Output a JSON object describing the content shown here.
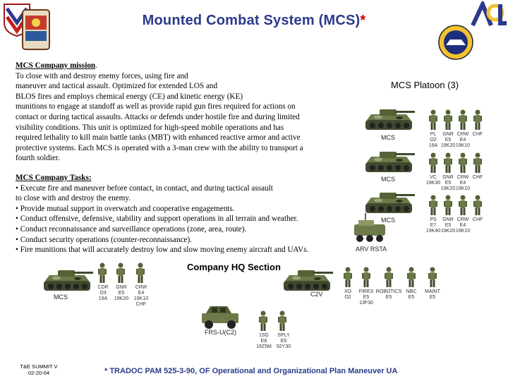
{
  "title": {
    "text": "Mounted Combat System (MCS)",
    "asterisk": "*"
  },
  "mission": {
    "heading": "MCS Company mission",
    "lines": [
      "To close with and destroy enemy forces, using fire and",
      "maneuver and tactical assault. Optimized for extended LOS and",
      "BLOS fires and employs chemical energy (CE) and kinetic energy (KE)",
      "munitions to engage at standoff as well as provide rapid gun fires required for actions on",
      "contact or during tactical assaults. Attacks or defends under hostile fire and during limited",
      "visibility conditions. This unit is optimized for high-speed mobile operations and has",
      "required lethality to kill main battle tanks (MBT) with enhanced reactive armor and active",
      "protective systems. Each MCS is operated with a 3-man crew with the ability to transport a",
      "fourth soldier."
    ]
  },
  "tasks": {
    "heading": "MCS Company Tasks:",
    "lines": [
      "• Execute fire and maneuver before contact, in contact, and during tactical assault",
      "to close with and destroy the enemy.",
      "• Provide mutual support in overwatch and cooperative engagements.",
      "• Conduct offensive, defensive, stability and support operations in all terrain and weather.",
      "• Conduct reconnaissance and surveillance operations (zone, area, route).",
      "• Conduct security operations (counter-reconnaissance).",
      "• Fire munitions that will accurately destroy low and slow moving enemy aircraft and UAVs."
    ]
  },
  "platoon": {
    "title": "MCS Platoon",
    "count": "(3)",
    "rows": [
      {
        "vehicle": "MCS",
        "crew": [
          "PL",
          "GNR",
          "CRW",
          "CHF"
        ],
        "sub1": [
          "O2",
          "E5",
          "E4",
          ""
        ],
        "sub2": [
          "19A",
          "19K20",
          "19K10",
          ""
        ]
      },
      {
        "vehicle": "MCS",
        "crew": [
          "VC",
          "GNR",
          "CRW",
          "CHF"
        ],
        "sub1": [
          "",
          "E5",
          "E4",
          ""
        ],
        "sub2": [
          "19K30",
          "19K20",
          "19K10",
          ""
        ]
      },
      {
        "vehicle": "MCS",
        "crew": [
          "PS",
          "GNR",
          "CRW",
          "CHF"
        ],
        "sub1": [
          "E7",
          "E5",
          "E4",
          ""
        ],
        "sub2": [
          "19K40",
          "19K20",
          "19K10",
          ""
        ]
      }
    ],
    "arv_label": "ARV RSTA"
  },
  "hq": {
    "title": "Company HQ Section",
    "mcs": {
      "label": "MCS",
      "crew": [
        "CDR",
        "GNR",
        "CRW",
        "CHF"
      ],
      "sub1": [
        "O3",
        "E5",
        "E4",
        ""
      ],
      "sub2": [
        "19A",
        "19K20",
        "19K10",
        ""
      ]
    },
    "c2v": {
      "label": "C2V",
      "crew": [
        "XO",
        "FIRES",
        "ROBOTICS",
        "NBC",
        "MAINT"
      ],
      "sub1": [
        "O2",
        "E5",
        "E5",
        "E5",
        "E5"
      ],
      "sub2": [
        "",
        "13F30",
        "",
        "",
        ""
      ]
    },
    "fsv": {
      "label": "FRS-U(C2)",
      "crew": [
        "1SG",
        "SPLY"
      ],
      "sub1": [
        "E8",
        "E5"
      ],
      "sub2": [
        "19Z5M",
        "92Y30"
      ]
    }
  },
  "footer": {
    "left": [
      "T&E SUMMIT V",
      "02-20-04"
    ],
    "note": "* TRADOC PAM 525-3-90, OF Operational and Organizational Plan Maneuver UA"
  },
  "colors": {
    "title": "#2b3a8c",
    "asterisk": "#cc0000",
    "camo_dark": "#3f4a2e",
    "camo_mid": "#6b7a48",
    "camo_light": "#9aa77a"
  }
}
